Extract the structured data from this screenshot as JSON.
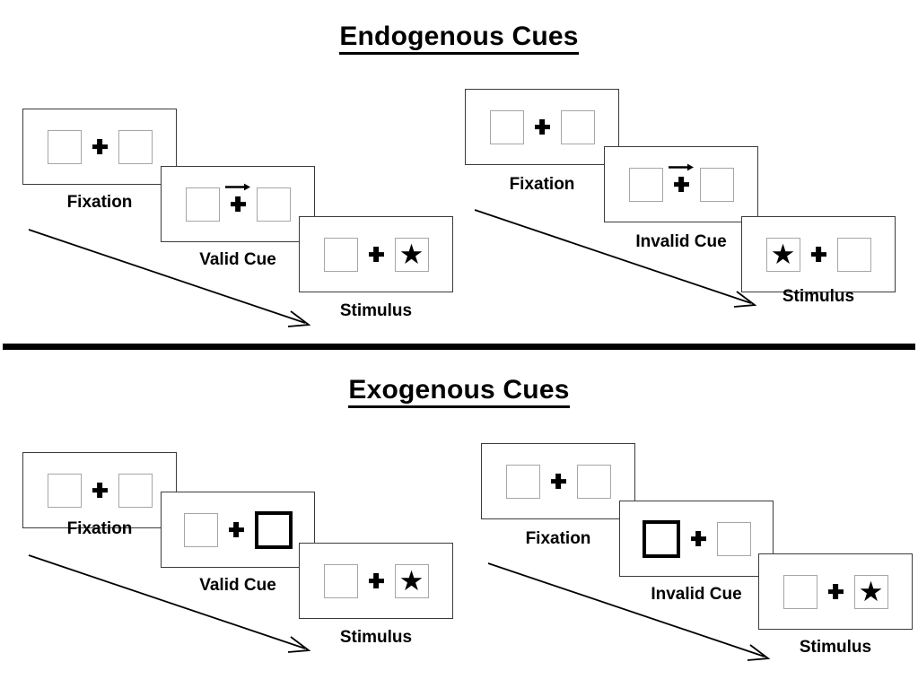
{
  "figure": {
    "background": "#ffffff",
    "box_border_color": "#a6a6a6",
    "cued_box_border_color": "#000000",
    "panel_border_color": "#3b3b3b",
    "divider_color": "#000000"
  },
  "sections": [
    {
      "id": "endogenous",
      "title": "Endogenous Cues",
      "groups": [
        {
          "id": "endogenous-valid",
          "validity": "valid",
          "frames": [
            {
              "id": "fixation",
              "caption": "Fixation",
              "left_box": "empty",
              "right_box": "empty",
              "cue": "none",
              "center": "plus"
            },
            {
              "id": "cue",
              "caption": "Valid Cue",
              "left_box": "empty",
              "right_box": "empty",
              "cue": "arrow-right",
              "center": "plus"
            },
            {
              "id": "stimulus",
              "caption": "Stimulus",
              "left_box": "empty",
              "right_box": "star",
              "cue": "none",
              "center": "plus"
            }
          ]
        },
        {
          "id": "endogenous-invalid",
          "validity": "invalid",
          "frames": [
            {
              "id": "fixation",
              "caption": "Fixation",
              "left_box": "empty",
              "right_box": "empty",
              "cue": "none",
              "center": "plus"
            },
            {
              "id": "cue",
              "caption": "Invalid Cue",
              "left_box": "empty",
              "right_box": "empty",
              "cue": "arrow-right",
              "center": "plus"
            },
            {
              "id": "stimulus",
              "caption": "Stimulus",
              "left_box": "star",
              "right_box": "empty",
              "cue": "none",
              "center": "plus"
            }
          ]
        }
      ]
    },
    {
      "id": "exogenous",
      "title": "Exogenous Cues",
      "groups": [
        {
          "id": "exogenous-valid",
          "validity": "valid",
          "frames": [
            {
              "id": "fixation",
              "caption": "Fixation",
              "left_box": "empty",
              "right_box": "empty",
              "cue": "none",
              "center": "plus"
            },
            {
              "id": "cue",
              "caption": "Valid Cue",
              "left_box": "empty",
              "right_box": "cued",
              "cue": "none",
              "center": "plus"
            },
            {
              "id": "stimulus",
              "caption": "Stimulus",
              "left_box": "empty",
              "right_box": "star",
              "cue": "none",
              "center": "plus"
            }
          ]
        },
        {
          "id": "exogenous-invalid",
          "validity": "invalid",
          "frames": [
            {
              "id": "fixation",
              "caption": "Fixation",
              "left_box": "empty",
              "right_box": "empty",
              "cue": "none",
              "center": "plus"
            },
            {
              "id": "cue",
              "caption": "Invalid Cue",
              "left_box": "cued",
              "right_box": "empty",
              "cue": "none",
              "center": "plus"
            },
            {
              "id": "stimulus",
              "caption": "Stimulus",
              "left_box": "empty",
              "right_box": "star",
              "cue": "none",
              "center": "plus"
            }
          ]
        }
      ]
    }
  ],
  "glyphs": {
    "star": "★"
  },
  "captions": {
    "fixation": "Fixation",
    "valid_cue": "Valid Cue",
    "invalid_cue": "Invalid Cue",
    "stimulus": "Stimulus"
  },
  "titles": {
    "endogenous": "Endogenous Cues",
    "exogenous": "Exogenous Cues"
  }
}
